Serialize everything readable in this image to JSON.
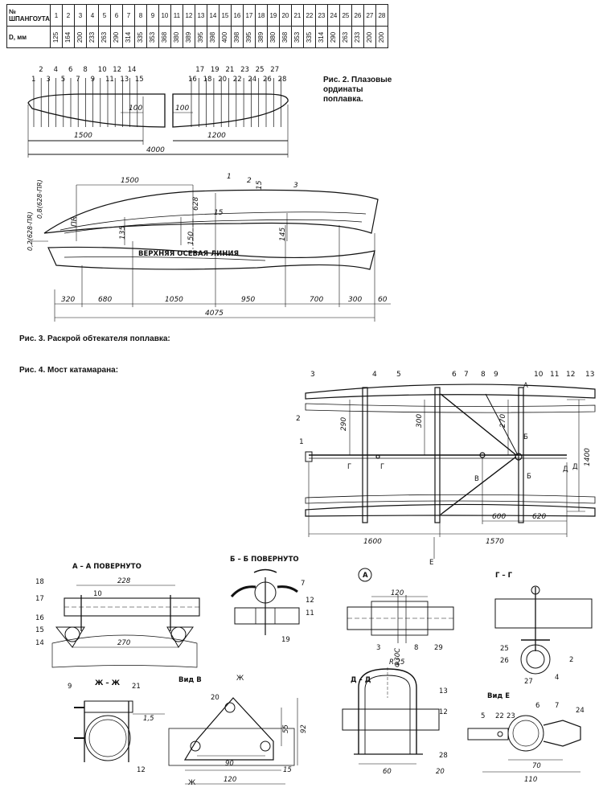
{
  "table": {
    "row1_label": "№ ШПАНГОУТА",
    "row2_label": "D, мм",
    "frames": [
      "1",
      "2",
      "3",
      "4",
      "5",
      "6",
      "7",
      "8",
      "9",
      "10",
      "11",
      "12",
      "13",
      "14",
      "15",
      "16",
      "17",
      "18",
      "19",
      "20",
      "21",
      "22",
      "23",
      "24",
      "25",
      "26",
      "27",
      "28"
    ],
    "diameters": [
      "125",
      "164",
      "200",
      "233",
      "263",
      "290",
      "314",
      "335",
      "353",
      "368",
      "380",
      "389",
      "395",
      "398",
      "400",
      "398",
      "395",
      "389",
      "380",
      "368",
      "353",
      "335",
      "314",
      "290",
      "263",
      "233",
      "200",
      "200"
    ]
  },
  "fig2": {
    "caption": "Рис. 2. Плазовые ординаты поплавка.",
    "frame_numbers_left": [
      "1",
      "2",
      "3",
      "4",
      "5",
      "6",
      "7",
      "8",
      "9",
      "10",
      "11",
      "12",
      "13",
      "14",
      "15"
    ],
    "frame_numbers_right": [
      "16",
      "17",
      "18",
      "19",
      "20",
      "21",
      "22",
      "23",
      "24",
      "25",
      "26",
      "27",
      "28"
    ],
    "dims": {
      "d100a": "100",
      "d100b": "100",
      "d1500": "1500",
      "d1200": "1200",
      "d4000": "4000"
    }
  },
  "fig3": {
    "caption": "Рис. 3. Раскрой обтекателя поплавка:",
    "labels": {
      "p1": "1",
      "p2": "2",
      "p3": "3",
      "axis": "ВЕРХНЯЯ ОСЕВАЯ ЛИНИЯ",
      "d1500": "1500",
      "d15a": "15",
      "d15b": "15",
      "d628": "628",
      "d150": "150",
      "d135": "135",
      "d145": "145",
      "pr": "ПR",
      "f1": "0,2(628-ПR)",
      "f2": "0,8(628-ПR)",
      "d320": "320",
      "d680": "680",
      "d1050": "1050",
      "d950": "950",
      "d700": "700",
      "d300": "300",
      "d60": "60",
      "d4075": "4075"
    }
  },
  "fig4": {
    "caption": "Рис. 4. Мост катамарана:",
    "parts": [
      "1",
      "2",
      "3",
      "4",
      "5",
      "6",
      "7",
      "8",
      "9",
      "10",
      "11",
      "12",
      "13"
    ],
    "dims": {
      "d290": "290",
      "d300": "300",
      "d270": "270",
      "d1400": "1400",
      "d600": "600",
      "d620": "620",
      "d1600": "1600",
      "d1570": "1570"
    },
    "sections": {
      "a": "А",
      "b": "Б",
      "g": "Г",
      "d": "Д",
      "v": "В",
      "e": "Е"
    }
  },
  "details": {
    "aa": {
      "title": "А – А ПОВЕРНУТО",
      "d228": "228",
      "d270": "270",
      "labels": [
        "18",
        "10",
        "17",
        "16",
        "15",
        "14"
      ]
    },
    "bb": {
      "title": "Б – Б ПОВЕРНУТО",
      "labels": [
        "7",
        "12",
        "11",
        "19"
      ]
    },
    "a_circle": {
      "title": "А",
      "d120": "120",
      "d30": "Ф30С",
      "labels": [
        "3",
        "8",
        "29"
      ]
    },
    "gg": {
      "title": "Г – Г",
      "labels": [
        "25",
        "26",
        "27",
        "2",
        "4"
      ]
    },
    "zz": {
      "title": "Ж – Ж",
      "d15": "1,5",
      "labels": [
        "9",
        "21",
        "12"
      ]
    },
    "vid_v": {
      "title": "Вид В",
      "zh": "Ж",
      "labels": [
        "20"
      ],
      "d90": "90",
      "d120": "120",
      "d55": "55",
      "d92": "92",
      "d15": "15"
    },
    "dd": {
      "title": "Д – Д",
      "r25": "R 25",
      "d60": "60",
      "d20": "20",
      "labels": [
        "13",
        "12",
        "28"
      ]
    },
    "vid_e": {
      "title": "Вид Е",
      "labels": [
        "5",
        "22",
        "23",
        "6",
        "7",
        "24"
      ],
      "d70": "70",
      "d110": "110"
    }
  }
}
